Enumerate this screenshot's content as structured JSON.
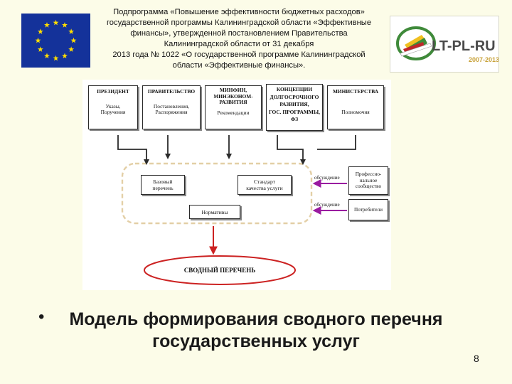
{
  "header": {
    "text_lines": [
      "Подпрограмма «Повышение эффективности бюджетных расходов»",
      "государственной программы Калининградской области «Эффективные",
      "финансы», утвержденной постановлением Правительства",
      "Калининградской области от 31 декабря",
      "2013 года № 1022 «О государственной программе Калининградской",
      "области «Эффективные финансы»."
    ]
  },
  "logo": {
    "text": "LT-PL-RU",
    "years": "2007-2013",
    "colors": {
      "text": "#4a4a4a",
      "years": "#c8a23a",
      "green": "#3f8a3a",
      "red": "#c0262a",
      "yellow": "#f0c020"
    }
  },
  "eu_flag": {
    "background": "#14329a",
    "star_color": "#ffdd00"
  },
  "diagram": {
    "top_boxes": [
      {
        "title": "ПРЕЗИДЕНТ",
        "subtitle": "Указы,\nПоручения"
      },
      {
        "title": "ПРАВИТЕЛЬСТВО",
        "subtitle": "Постановления,\nРаспоряжения"
      },
      {
        "title": "МИНФИН,\nМИНЭКОНОМ-\nРАЗВИТИЯ",
        "subtitle": "Рекомендации"
      },
      {
        "title": "КОНЦЕПЦИИ\nДОЛГОСРОЧНОГО\nРАЗВИТИЯ,\nГОС. ПРОГРАММЫ,\nФЗ",
        "subtitle": ""
      },
      {
        "title": "МИНИСТЕРСТВА",
        "subtitle": "Полномочия"
      }
    ],
    "inner_boxes": {
      "base": "Базовый\nперечень",
      "standard": "Стандарт\nкачества услуги",
      "norms": "Нормативы"
    },
    "discussion_label": "обсуждение",
    "side_boxes": {
      "professional": "Профессио-\nнальное\nсообщество",
      "consumers": "Потребители"
    },
    "final_label": "СВОДНЫЙ ПЕРЕЧЕНЬ",
    "colors": {
      "arrow_red": "#cc2222",
      "arrow_purple": "#9a1aa0",
      "frame": "#e8d9b8"
    }
  },
  "caption": {
    "bullet": "•",
    "line1": "Модель формирования сводного перечня",
    "line2": "государственных услуг"
  },
  "page_number": "8"
}
